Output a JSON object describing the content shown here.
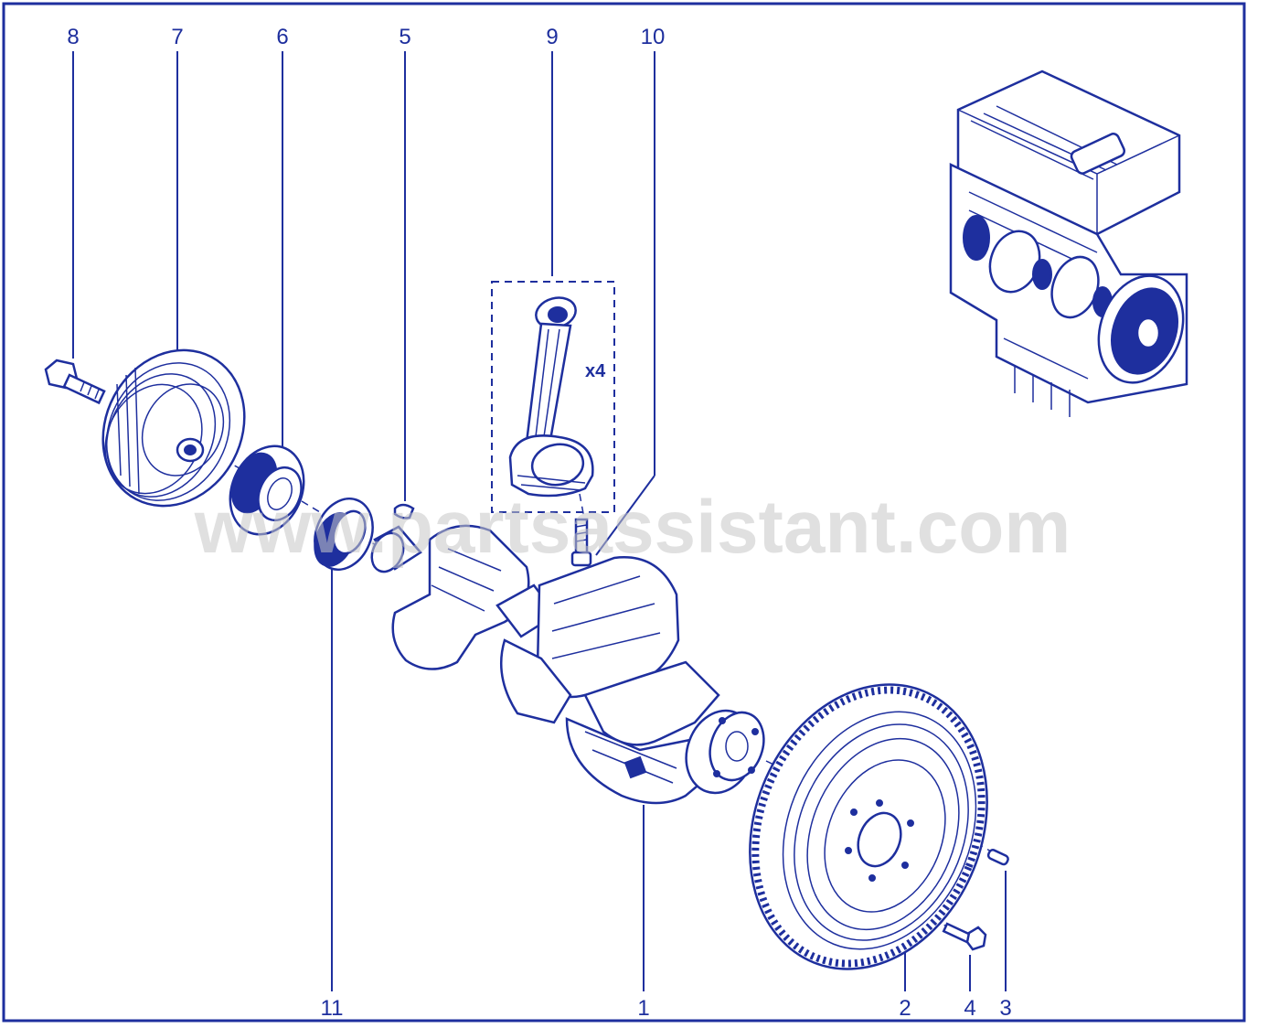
{
  "watermark": "www.partsassistant.com",
  "quantity_note": "x4",
  "callouts": {
    "c1": "1",
    "c2": "2",
    "c3": "3",
    "c4": "4",
    "c5": "5",
    "c6": "6",
    "c7": "7",
    "c8": "8",
    "c9": "9",
    "c10": "10",
    "c11": "11"
  },
  "colors": {
    "line": "#1e2f9e",
    "watermark": "#c8c8c8",
    "background": "#ffffff"
  }
}
